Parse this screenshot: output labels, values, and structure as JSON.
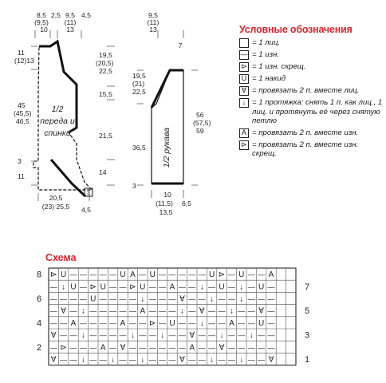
{
  "pattern_left": {
    "label_line1": "1/2",
    "label_line2": "переда и",
    "label_line3": "спинки",
    "top_left_width": [
      "8,5",
      "(9,5)",
      "10"
    ],
    "top_mid_width": [
      "2,5"
    ],
    "top_right_width": [
      "9,5",
      "(11)",
      "13"
    ],
    "top_right_small": "4,5",
    "shoulder_h": [
      "11",
      "(12)13"
    ],
    "right_h1": [
      "19,5",
      "(20,5)",
      "22,5"
    ],
    "right_h2": "15,5",
    "right_h3": "21,5",
    "right_h4": "14",
    "left_total": [
      "45",
      "(45,5)",
      "46,5"
    ],
    "left_3": "3",
    "left_11": "11",
    "bottom_w": [
      "20,5",
      "(23) 25,5"
    ],
    "bottom_small": "4,5",
    "tab_label": "3"
  },
  "pattern_right": {
    "label": "1/2 рукава",
    "top_w": [
      "9,5",
      "(11)",
      "13"
    ],
    "top_small": "7",
    "left_h1": [
      "19,5",
      "(21)",
      "22,5"
    ],
    "left_h2": "36,5",
    "left_3": "3",
    "right_total": [
      "56",
      "(57,5)",
      "59"
    ],
    "bottom_w": [
      "10",
      "(11,5)",
      "13,5"
    ],
    "bottom_small": "6,5"
  },
  "legend": {
    "title": "Условные обозначения",
    "items": [
      {
        "sym": "",
        "text": "= 1 лиц."
      },
      {
        "sym": "—",
        "text": "= 1 изн."
      },
      {
        "sym": "⊳",
        "text": "= 1 изн. скрещ."
      },
      {
        "sym": "U",
        "text": "= 1 накид"
      },
      {
        "sym": "∀",
        "text": "= провязать 2 п. вместе лиц."
      },
      {
        "sym": "↓",
        "text": "= 1 протяжка: снять 1 п. как лиц., 1 лиц. и протянуть её через снятую петлю"
      },
      {
        "sym": "A",
        "text": "= провязать 2 п. вместе изн."
      },
      {
        "sym": "⊳",
        "text": "= провязать 2 п. вместе изн. скрещ."
      }
    ]
  },
  "schema": {
    "title": "Схема",
    "row_labels_left": [
      "8",
      "6",
      "4",
      "2"
    ],
    "row_labels_right": [
      "7",
      "5",
      "3",
      "1"
    ],
    "cols": 25,
    "rows": [
      "NU—————UA—U—————UN—U——A",
      "—↓U—>U——>U——A——↓—U—↓—U—",
      "————U————↓———V——↓——↓———",
      "—V—↓—————A———↓—V——↓——V—",
      "——A————A——>—U——↓——A——U—",
      "V——↓————↓——↓——V——↓——↓——",
      "—N———A—V——————A——V—————",
      "V——↓——↓——↓———V——↓——↓——V"
    ]
  }
}
